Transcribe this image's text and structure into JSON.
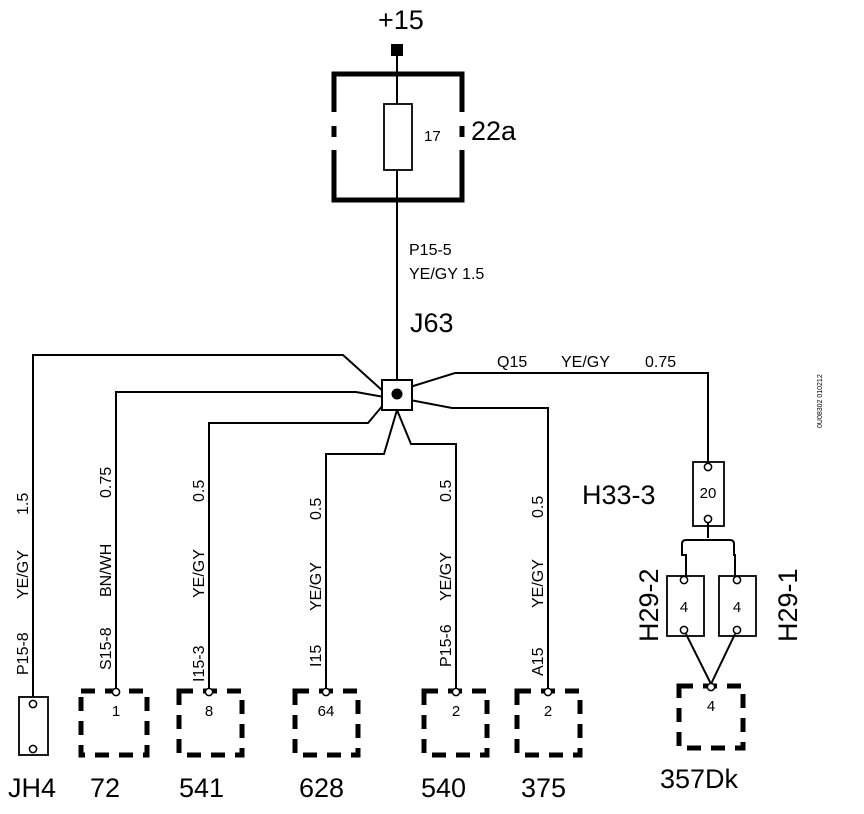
{
  "supply": {
    "label": "+15"
  },
  "fuse_box": {
    "ref": "22a",
    "fuse_number": "17"
  },
  "main_wire": {
    "code": "P15-5",
    "spec": "YE/GY 1.5"
  },
  "splice": {
    "ref": "J63"
  },
  "branch_q15": {
    "code": "Q15",
    "color": "YE/GY",
    "size": "0.75"
  },
  "branches": [
    {
      "code": "P15-8",
      "color": "YE/GY",
      "size": "1.5",
      "pin": "",
      "ref": "JH4"
    },
    {
      "code": "S15-8",
      "color": "BN/WH",
      "size": "0.75",
      "pin": "1",
      "ref": "72"
    },
    {
      "code": "I15-3",
      "color": "YE/GY",
      "size": "0.5",
      "pin": "8",
      "ref": "541"
    },
    {
      "code": "I15",
      "color": "YE/GY",
      "size": "0.5",
      "pin": "64",
      "ref": "628"
    },
    {
      "code": "P15-6",
      "color": "YE/GY",
      "size": "0.5",
      "pin": "2",
      "ref": "540"
    },
    {
      "code": "A15",
      "color": "YE/GY",
      "size": "0.5",
      "pin": "2",
      "ref": "375"
    }
  ],
  "connector_h33": {
    "ref": "H33-3",
    "pin": "20"
  },
  "connector_h29_2": {
    "ref": "H29-2",
    "pin": "4"
  },
  "connector_h29_1": {
    "ref": "H29-1",
    "pin": "4"
  },
  "component_357": {
    "ref": "357Dk",
    "pin": "4"
  },
  "doc_code": "0U08302 010212"
}
